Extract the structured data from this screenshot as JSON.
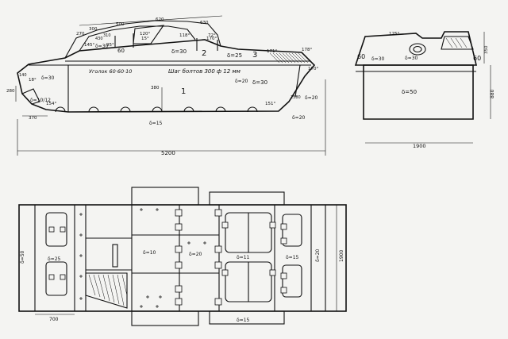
{
  "side_view": {
    "plates": {
      "upper_plate_1": "δ=30",
      "upper_plate_2": "δ=30",
      "hull_side": "δ=30",
      "lower_front": "δ=20",
      "rear_lower": "δ=20",
      "rear_lower_2": "δ=20",
      "bottom": "δ=15",
      "top_rear": "δ=25",
      "front_glacis": "δ=30"
    },
    "angles": [
      "60",
      "15°",
      "120°",
      "118°",
      "95°",
      "170°",
      "154°",
      "18°",
      "151°",
      "170°",
      "72°",
      "145°",
      "171°",
      "178°"
    ],
    "section_numbers": [
      "1",
      "2",
      "3"
    ],
    "notes": {
      "angle_note": "Уголок 60·60·10",
      "bolt_note": "Шаг болтов 300 ф 12 мм",
      "nose_note": "δ=10/12"
    },
    "dimensions": [
      "270",
      "300",
      "500",
      "620",
      "630",
      "430",
      "310",
      "280",
      "140",
      "380",
      "1580",
      "370",
      "5200"
    ]
  },
  "front_view": {
    "plates": {
      "top": "δ=30",
      "front": "δ=50",
      "turret": "δ=30"
    },
    "angles": [
      "60",
      "60",
      "125°"
    ],
    "dimensions": [
      "350",
      "880",
      "1900"
    ]
  },
  "plan_view": {
    "plates": {
      "front_25": "δ=25",
      "front_50": "δ=50",
      "mid_10": "δ=10",
      "mid_20": "δ=20",
      "rear_11": "δ=11",
      "rear_15": "δ=15",
      "rear_20": "δ=20",
      "bottom_15": "δ=15"
    },
    "dimensions": [
      "700",
      "1900"
    ]
  },
  "colors": {
    "paper": "#f4f4f2",
    "ink": "#111111"
  }
}
